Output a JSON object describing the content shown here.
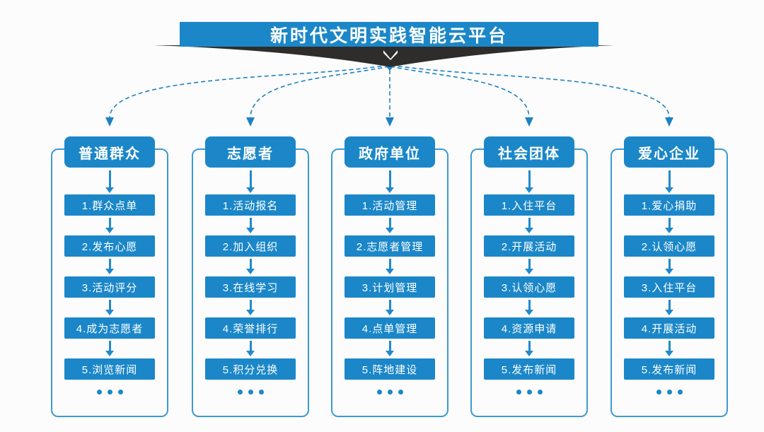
{
  "title": "新时代文明实践智能云平台",
  "colors": {
    "primary_blue": "#1b87c8",
    "outline_blue": "#3d9ad1",
    "dash_blue": "#1d82c4",
    "wedge_dark": "#2e2d2c",
    "background": "#fcfcfc",
    "text_on_blue": "#ffffff"
  },
  "columns": [
    {
      "header": "普通群众",
      "items": [
        "1.群众点单",
        "2.发布心愿",
        "3.活动评分",
        "4.成为志愿者",
        "5.浏览新闻"
      ],
      "more": "..."
    },
    {
      "header": "志愿者",
      "items": [
        "1.活动报名",
        "2.加入组织",
        "3.在线学习",
        "4.荣誉排行",
        "5.积分兑换"
      ],
      "more": "..."
    },
    {
      "header": "政府单位",
      "items": [
        "1.活动管理",
        "2.志愿者管理",
        "3.计划管理",
        "4.点单管理",
        "5.阵地建设"
      ],
      "more": "..."
    },
    {
      "header": "社会团体",
      "items": [
        "1.入住平台",
        "2.开展活动",
        "3.认领心愿",
        "4.资源申请",
        "5.发布新闻"
      ],
      "more": "..."
    },
    {
      "header": "爱心企业",
      "items": [
        "1.爱心捐助",
        "2.认领心愿",
        "3.入住平台",
        "4.开展活动",
        "5.发布新闻"
      ],
      "more": "..."
    }
  ]
}
